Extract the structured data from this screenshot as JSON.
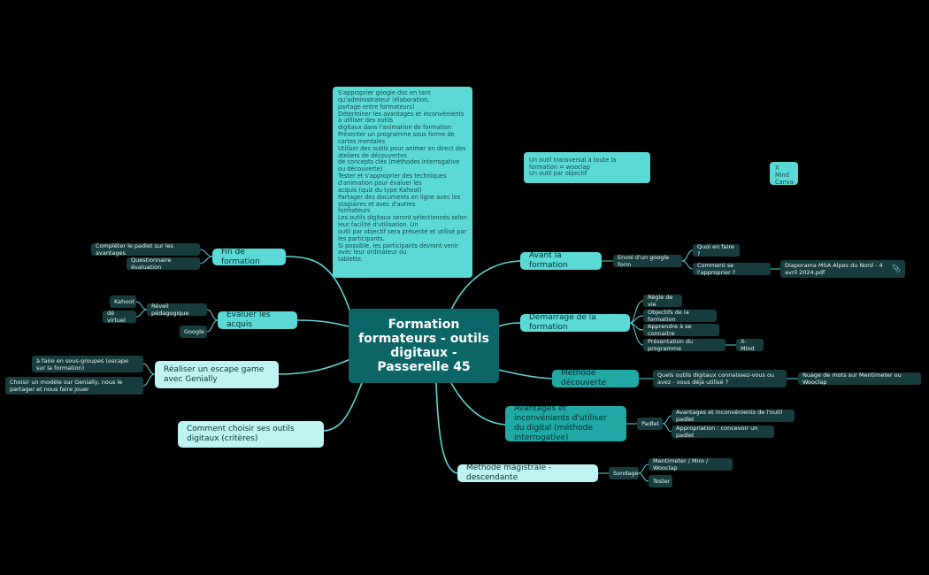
{
  "central": "Formation formateurs - outils digitaux - Passerelle 45",
  "notes": {
    "objectives": "S'approprier google doc en tant qu'administrateur (élaboration,\npartage entre formateurs)\nDéterminer les avantages et inconvénients à utiliser des outils\ndigitaux dans l'animation de formation\nPrésenter un programme sous forme de cartes mentales\nUtiliser des outils pour animer en direct des ateliers de découvertes\nde concepts clés (méthodes interrogative ou découverte)\nTester et s'approprier des techniques d'animation pour évaluer les\nacquis (quiz du type Kahoot)\nPartager des documents en ligne avec les stagiaires et avec d'autres\nformateurs\nLes outils digitaux seront sélectionnés selon leur facilité d'utilisation. Un\noutil par objectif sera présenté et utilisé par les participants.\nSi possible, les participants devront venir avec leur ordinateur ou\ntablette.",
    "transversal": "Un outil transversal à toute la formation = wooclap\nUn outil par objectif",
    "xmind": "X Mind\nCanva"
  },
  "left": {
    "fin": {
      "label": "Fin de formation",
      "children": [
        "Compléter le padlet sur les avantages",
        "Questionnaire évaluation"
      ]
    },
    "evaluer": {
      "label": "Evaluer les acquis",
      "reveil": "Réveil pédagogique",
      "reveil_children": [
        "Kahoot",
        "dé virtuel"
      ],
      "google": "Google"
    },
    "escape": {
      "label": "Réaliser un escape game avec Genially",
      "children": [
        "à faire en sous-groupes (escape sur la formation)",
        "Choisir un modèle sur Genially, nous le partager et nous faire jouer"
      ]
    },
    "choisir": {
      "label": "Comment choisir ses outils digitaux (critères)"
    }
  },
  "right": {
    "avant": {
      "label": "Avant la formation",
      "google_form": "Envoi d'un google form",
      "quoi": "Quoi en faire ?",
      "comment": "Comment se l'approprier ?",
      "diaporama": "Diaporama MSA Alpes du Nord - 4 avril 2024.pdf",
      "attachment_icon": "paperclip-icon"
    },
    "demarrage": {
      "label": "Démarrage de la formation",
      "children": [
        "Règle de vie",
        "Objectifs de la formation",
        "Apprendre à se connaitre",
        "Présentation du programme"
      ],
      "xmind": "X-Mind"
    },
    "decouverte": {
      "label": "Méthode découverte",
      "question": "Quels outils digitaux connaissez-vous ou avez - vous déjà utilisé ?",
      "nuage": "Nuage de mots sur Mentimeter ou Wooclap"
    },
    "avantages": {
      "label": "Avantages et inconvénients d'utiliser du digital (méthode interrogative)",
      "padlet": "Padlet",
      "children": [
        "Avantages et inconvénients de l'outil padlet",
        "Appropriation : concevoir un padlet"
      ]
    },
    "magistrale": {
      "label": "Méthode magistrale - descendante",
      "sondage": "Sondage",
      "children": [
        "Mentimeter / Miro / Wooclap",
        "Tester"
      ]
    }
  },
  "colors": {
    "background": "#000000",
    "central": "#0c6566",
    "branch": "#5ad9d6",
    "branch_dark": "#1fa8a4",
    "branch_light": "#bdf3f1",
    "leaf": "#173c3d"
  }
}
